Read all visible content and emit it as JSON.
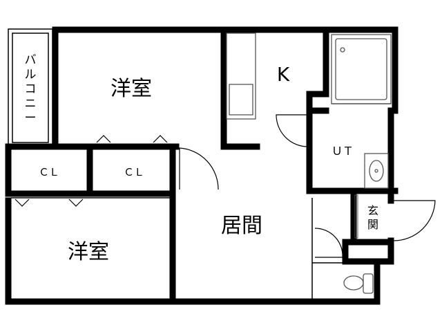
{
  "floor_plan": {
    "rooms": {
      "western_room_top": "洋室",
      "western_room_bottom": "洋室",
      "living_room": "居間",
      "kitchen": "K",
      "utility": "ＵＴ",
      "closet_left": "ＣＬ",
      "closet_right": "ＣＬ",
      "balcony_chars": [
        "バ",
        "ル",
        "コ",
        "ニ",
        "ー"
      ],
      "entrance_chars": [
        "玄",
        "関"
      ]
    },
    "colors": {
      "wall": "#000000",
      "fixture": "#555555",
      "background": "#ffffff"
    }
  }
}
